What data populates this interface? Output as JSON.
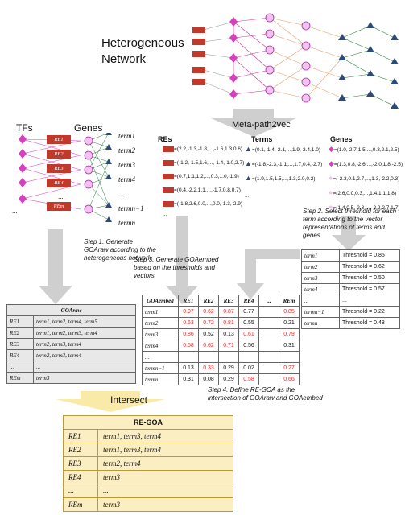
{
  "network_title": "Heterogeneous Network",
  "labels": {
    "tfs": "TFs",
    "genes": "Genes",
    "res": "REs",
    "terms": "Terms",
    "genes2": "Genes",
    "meta": "Meta-path2vec",
    "intersect": "Intersect"
  },
  "left_terms": [
    "term1",
    "term2",
    "term3",
    "term4",
    "...",
    "termn−1",
    "termn"
  ],
  "left_res": [
    "RE1",
    "RE2",
    "RE3",
    "RE4",
    "...",
    "REm"
  ],
  "re_vectors": [
    "=(2.2,-1.3,-1.8,...,-1.6,1.3,0.6)",
    "=(-1.2,-1.5,1.6,...,-1.4,-1.0,2.7)",
    "=(0.7,1.1,1.2,...,0.3,1.0,-1.9)",
    "=(0.4,-2.2,1.1,...,-1.7,0.8,0.7)",
    "=(-1.8,2.6,0.0,...,0.0,-1.3,-2.9)"
  ],
  "term_vectors": [
    "=(0.1,-1.4,-2.1,...,1.9,-2.4,1.0)",
    "=(-1.8,-2.3,-1.1,...,1.7,0.4,-2.7)",
    "=(1.9,1.5,1.5,...,1.3,2.0,0.2)"
  ],
  "gene_vectors": [
    "=(1.0,-2.7,1.5,...,0.3,2.1,2.5)",
    "=(1.3,0.8,-2.6,...,-2.0,1.8,-2.5)",
    "=(-2.3,0.1,2.7,...,1.3,-2.2,0.3)",
    "=(2.6,0.0,0.3,...,1.4,1.1,1.8)",
    "=(1.4,0.5,-2.3,...,-2.2,2.7,1.7)"
  ],
  "steps": {
    "s1": "Step 1. Generate GOAraw according to the heterogeneous network",
    "s2": "Step 2. Select threshold for each term according to the vector representations of terms and genes",
    "s3": "Step 3. Generate GOAembed based on the thresholds and vectors",
    "s4": "Step 4. Define RE-GOA as the intersection of GOAraw and GOAembed"
  },
  "threshold_table": [
    [
      "term1",
      "Threshold = 0.85"
    ],
    [
      "term2",
      "Threshold = 0.62"
    ],
    [
      "term3",
      "Threshold = 0.50"
    ],
    [
      "term4",
      "Threshold = 0.57"
    ],
    [
      "...",
      "..."
    ],
    [
      "termn−1",
      "Threshold = 0.22"
    ],
    [
      "termn",
      "Threshold = 0.48"
    ]
  ],
  "goa_raw": {
    "header": "GOAraw",
    "rows": [
      [
        "RE1",
        "term1, term2, term4, term5"
      ],
      [
        "RE2",
        "term1, term2, term3, term4"
      ],
      [
        "RE3",
        "term2, term3, term4"
      ],
      [
        "RE4",
        "term2, term3, term4"
      ],
      [
        "...",
        "..."
      ],
      [
        "REm",
        "term3"
      ]
    ]
  },
  "goa_embed": {
    "header": [
      "GOAembed",
      "RE1",
      "RE2",
      "RE3",
      "RE4",
      "...",
      "REm"
    ],
    "rows": [
      [
        "term1",
        "0.97",
        "0.62",
        "0.87",
        "0.77",
        "",
        "0.85"
      ],
      [
        "term2",
        "0.63",
        "0.72",
        "0.81",
        "0.55",
        "",
        "0.21"
      ],
      [
        "term3",
        "0.86",
        "0.52",
        "0.13",
        "0.61",
        "",
        "0.79"
      ],
      [
        "term4",
        "0.58",
        "0.62",
        "0.71",
        "0.56",
        "",
        "0.31"
      ],
      [
        "...",
        "",
        "",
        "",
        "",
        "",
        ""
      ],
      [
        "termn−1",
        "0.13",
        "0.33",
        "0.29",
        "0.02",
        "",
        "0.27"
      ],
      [
        "termn",
        "0.31",
        "0.08",
        "0.29",
        "0.58",
        "",
        "0.66"
      ]
    ],
    "red": [
      [
        1,
        2,
        3,
        6
      ],
      [
        1,
        2,
        3
      ],
      [
        1,
        4,
        6
      ],
      [
        1,
        2,
        3
      ],
      [],
      [
        2,
        6
      ],
      [
        4,
        6
      ]
    ]
  },
  "re_goa": {
    "header": "RE-GOA",
    "rows": [
      [
        "RE1",
        "term1, term3, term4"
      ],
      [
        "RE2",
        "term1, term3, term4"
      ],
      [
        "RE3",
        "term2, term4"
      ],
      [
        "RE4",
        "term3"
      ],
      [
        "...",
        "..."
      ],
      [
        "REm",
        "term3"
      ]
    ]
  }
}
